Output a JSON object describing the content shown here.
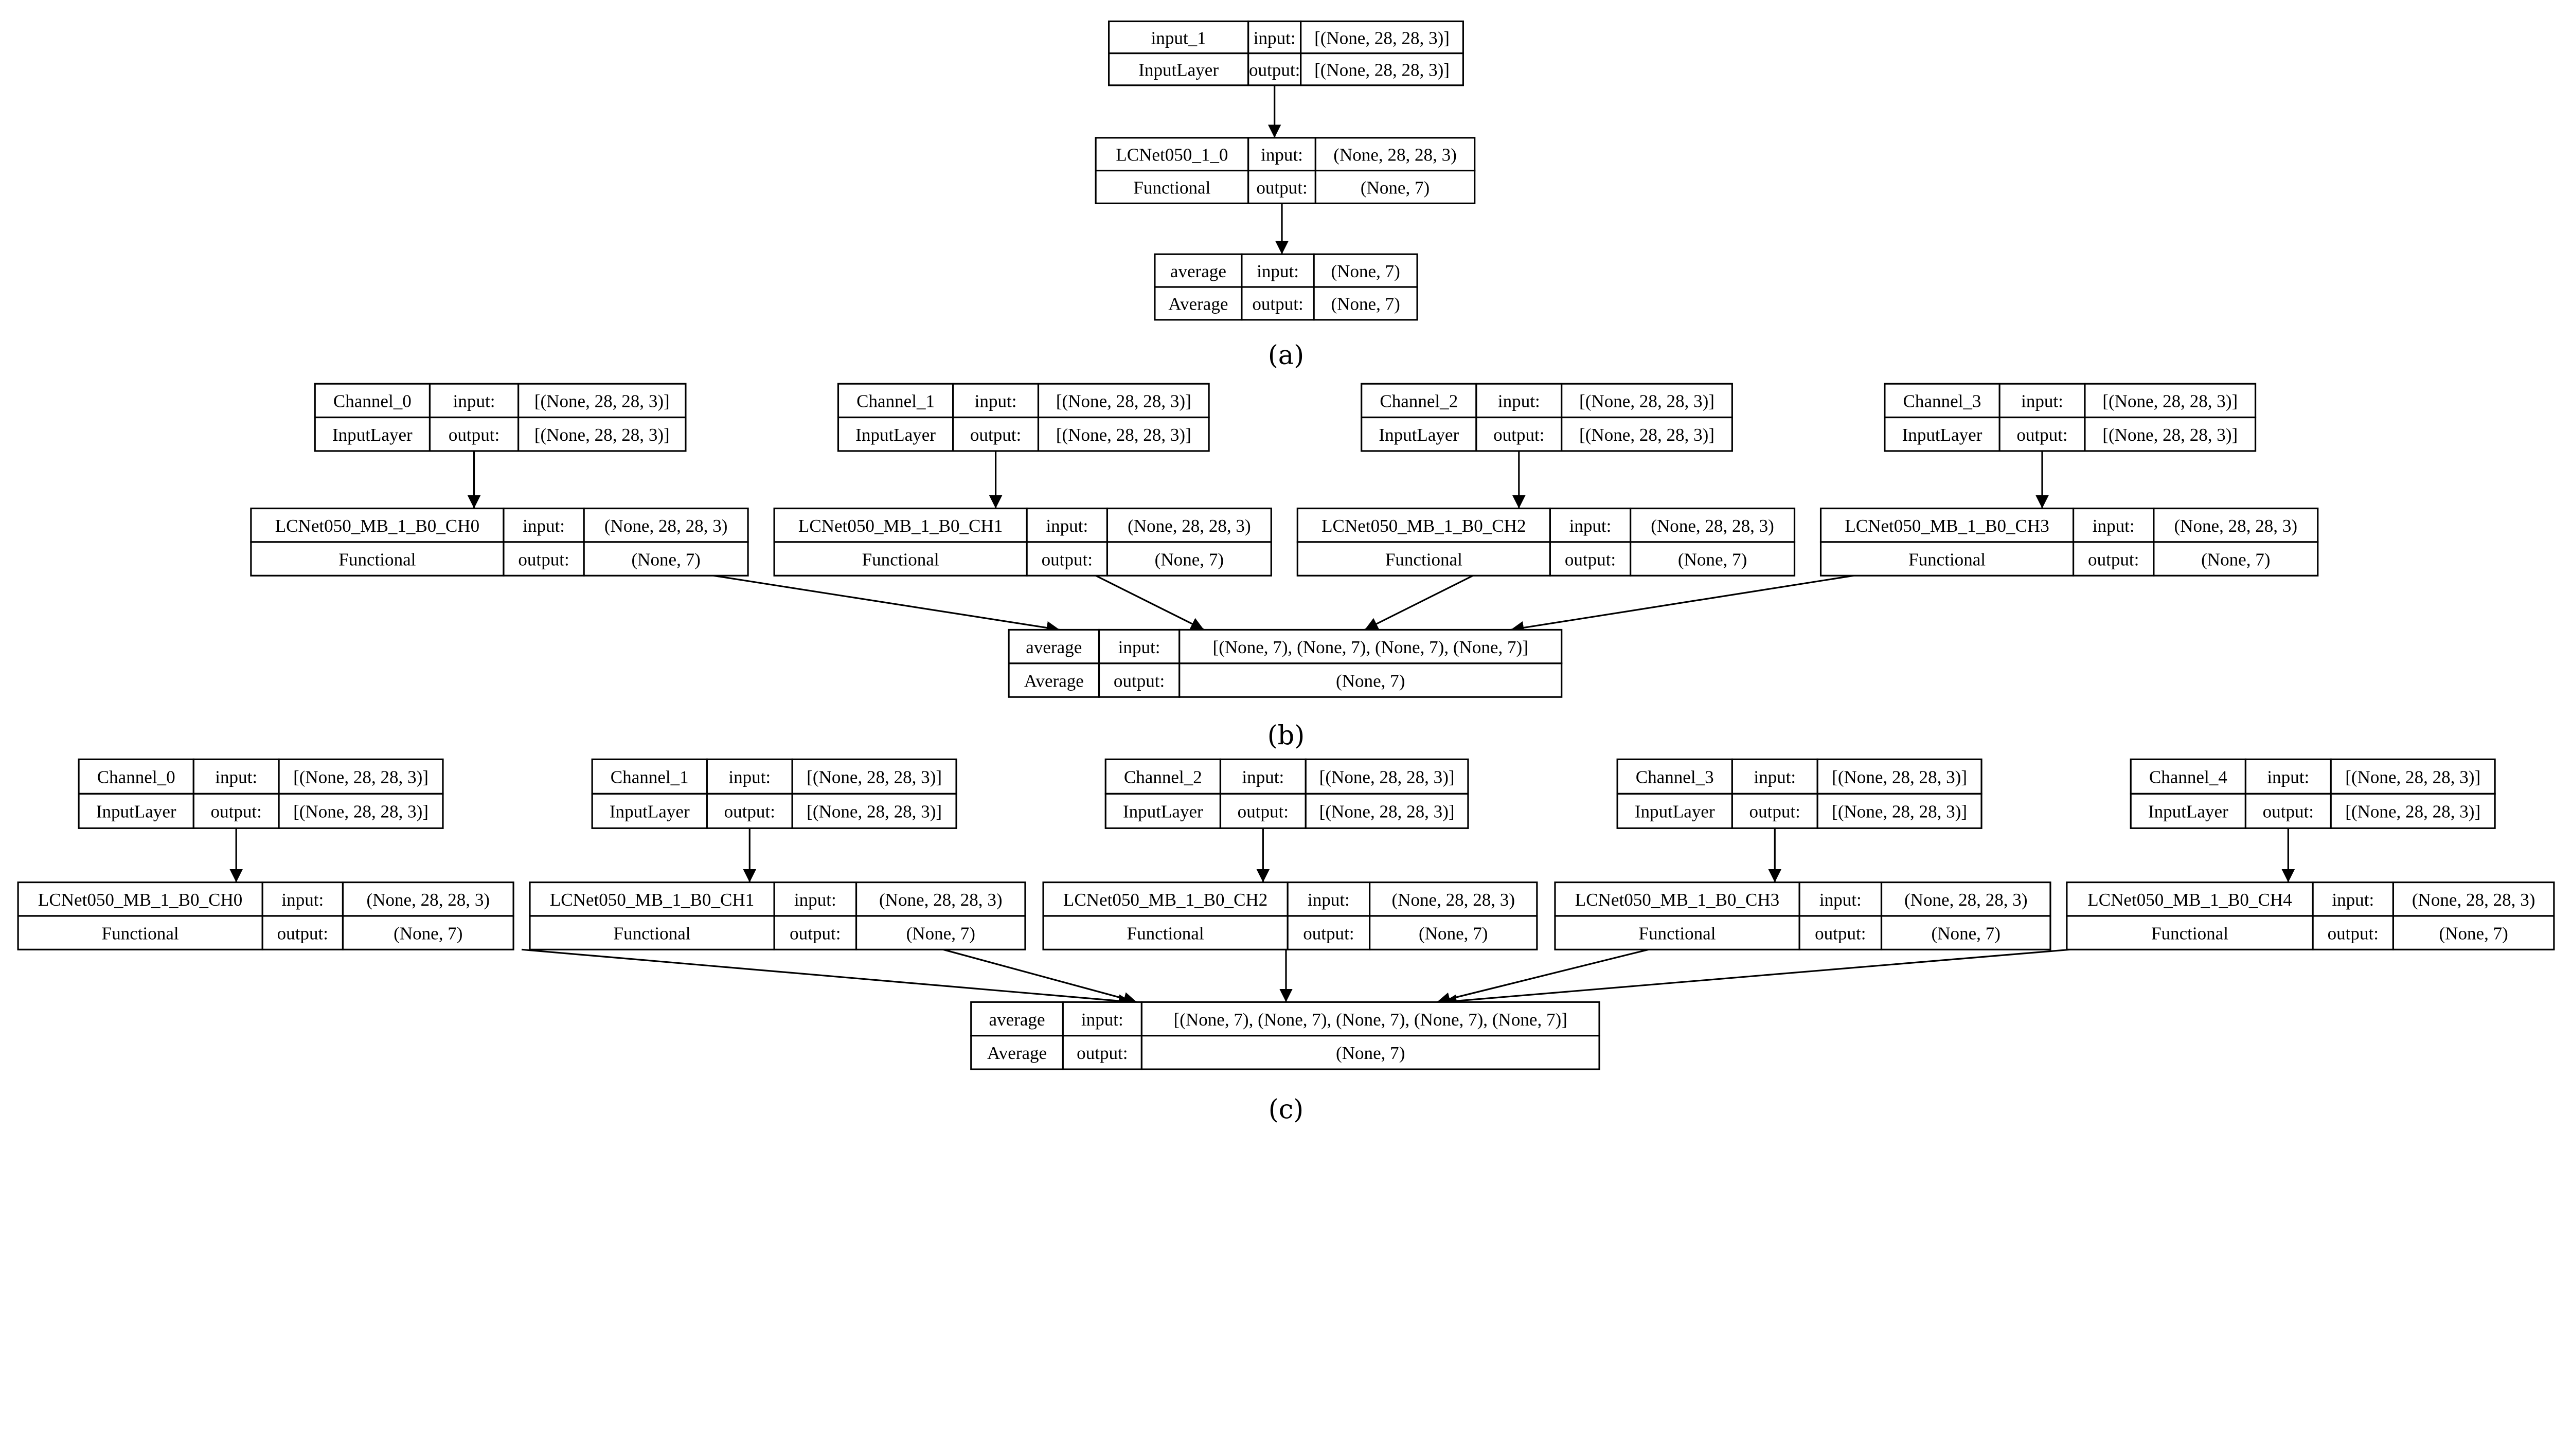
{
  "panels": [
    {
      "label": "(a)",
      "nodes": [
        {
          "name": "input_1",
          "type": "InputLayer",
          "input_label": "input:",
          "output_label": "output:",
          "input": "[(None, 28, 28, 3)]",
          "output": "[(None, 28, 28, 3)]"
        },
        {
          "name": "LCNet050_1_0",
          "type": "Functional",
          "input_label": "input:",
          "output_label": "output:",
          "input": "(None, 28, 28, 3)",
          "output": "(None, 7)"
        },
        {
          "name": "average",
          "type": "Average",
          "input_label": "input:",
          "output_label": "output:",
          "input": "(None, 7)",
          "output": "(None, 7)"
        }
      ],
      "edges": [
        [
          0,
          1
        ],
        [
          1,
          2
        ]
      ]
    },
    {
      "label": "(b)",
      "nodes": [
        {
          "name": "Channel_0",
          "type": "InputLayer",
          "input_label": "input:",
          "output_label": "output:",
          "input": "[(None, 28, 28, 3)]",
          "output": "[(None, 28, 28, 3)]"
        },
        {
          "name": "Channel_1",
          "type": "InputLayer",
          "input_label": "input:",
          "output_label": "output:",
          "input": "[(None, 28, 28, 3)]",
          "output": "[(None, 28, 28, 3)]"
        },
        {
          "name": "Channel_2",
          "type": "InputLayer",
          "input_label": "input:",
          "output_label": "output:",
          "input": "[(None, 28, 28, 3)]",
          "output": "[(None, 28, 28, 3)]"
        },
        {
          "name": "Channel_3",
          "type": "InputLayer",
          "input_label": "input:",
          "output_label": "output:",
          "input": "[(None, 28, 28, 3)]",
          "output": "[(None, 28, 28, 3)]"
        },
        {
          "name": "LCNet050_MB_1_B0_CH0",
          "type": "Functional",
          "input_label": "input:",
          "output_label": "output:",
          "input": "(None, 28, 28, 3)",
          "output": "(None, 7)"
        },
        {
          "name": "LCNet050_MB_1_B0_CH1",
          "type": "Functional",
          "input_label": "input:",
          "output_label": "output:",
          "input": "(None, 28, 28, 3)",
          "output": "(None, 7)"
        },
        {
          "name": "LCNet050_MB_1_B0_CH2",
          "type": "Functional",
          "input_label": "input:",
          "output_label": "output:",
          "input": "(None, 28, 28, 3)",
          "output": "(None, 7)"
        },
        {
          "name": "LCNet050_MB_1_B0_CH3",
          "type": "Functional",
          "input_label": "input:",
          "output_label": "output:",
          "input": "(None, 28, 28, 3)",
          "output": "(None, 7)"
        },
        {
          "name": "average",
          "type": "Average",
          "input_label": "input:",
          "output_label": "output:",
          "input": "[(None, 7), (None, 7), (None, 7), (None, 7)]",
          "output": "(None, 7)"
        }
      ],
      "edges": [
        [
          0,
          4
        ],
        [
          1,
          5
        ],
        [
          2,
          6
        ],
        [
          3,
          7
        ],
        [
          4,
          8
        ],
        [
          5,
          8
        ],
        [
          6,
          8
        ],
        [
          7,
          8
        ]
      ]
    },
    {
      "label": "(c)",
      "nodes": [
        {
          "name": "Channel_0",
          "type": "InputLayer",
          "input_label": "input:",
          "output_label": "output:",
          "input": "[(None, 28, 28, 3)]",
          "output": "[(None, 28, 28, 3)]"
        },
        {
          "name": "Channel_1",
          "type": "InputLayer",
          "input_label": "input:",
          "output_label": "output:",
          "input": "[(None, 28, 28, 3)]",
          "output": "[(None, 28, 28, 3)]"
        },
        {
          "name": "Channel_2",
          "type": "InputLayer",
          "input_label": "input:",
          "output_label": "output:",
          "input": "[(None, 28, 28, 3)]",
          "output": "[(None, 28, 28, 3)]"
        },
        {
          "name": "Channel_3",
          "type": "InputLayer",
          "input_label": "input:",
          "output_label": "output:",
          "input": "[(None, 28, 28, 3)]",
          "output": "[(None, 28, 28, 3)]"
        },
        {
          "name": "Channel_4",
          "type": "InputLayer",
          "input_label": "input:",
          "output_label": "output:",
          "input": "[(None, 28, 28, 3)]",
          "output": "[(None, 28, 28, 3)]"
        },
        {
          "name": "LCNet050_MB_1_B0_CH0",
          "type": "Functional",
          "input_label": "input:",
          "output_label": "output:",
          "input": "(None, 28, 28, 3)",
          "output": "(None, 7)"
        },
        {
          "name": "LCNet050_MB_1_B0_CH1",
          "type": "Functional",
          "input_label": "input:",
          "output_label": "output:",
          "input": "(None, 28, 28, 3)",
          "output": "(None, 7)"
        },
        {
          "name": "LCNet050_MB_1_B0_CH2",
          "type": "Functional",
          "input_label": "input:",
          "output_label": "output:",
          "input": "(None, 28, 28, 3)",
          "output": "(None, 7)"
        },
        {
          "name": "LCNet050_MB_1_B0_CH3",
          "type": "Functional",
          "input_label": "input:",
          "output_label": "output:",
          "input": "(None, 28, 28, 3)",
          "output": "(None, 7)"
        },
        {
          "name": "LCNet050_MB_1_B0_CH4",
          "type": "Functional",
          "input_label": "input:",
          "output_label": "output:",
          "input": "(None, 28, 28, 3)",
          "output": "(None, 7)"
        },
        {
          "name": "average",
          "type": "Average",
          "input_label": "input:",
          "output_label": "output:",
          "input": "[(None, 7), (None, 7), (None, 7), (None, 7), (None, 7)]",
          "output": "(None, 7)"
        }
      ],
      "edges": [
        [
          0,
          5
        ],
        [
          1,
          6
        ],
        [
          2,
          7
        ],
        [
          3,
          8
        ],
        [
          4,
          9
        ],
        [
          5,
          10
        ],
        [
          6,
          10
        ],
        [
          7,
          10
        ],
        [
          8,
          10
        ],
        [
          9,
          10
        ]
      ]
    }
  ]
}
